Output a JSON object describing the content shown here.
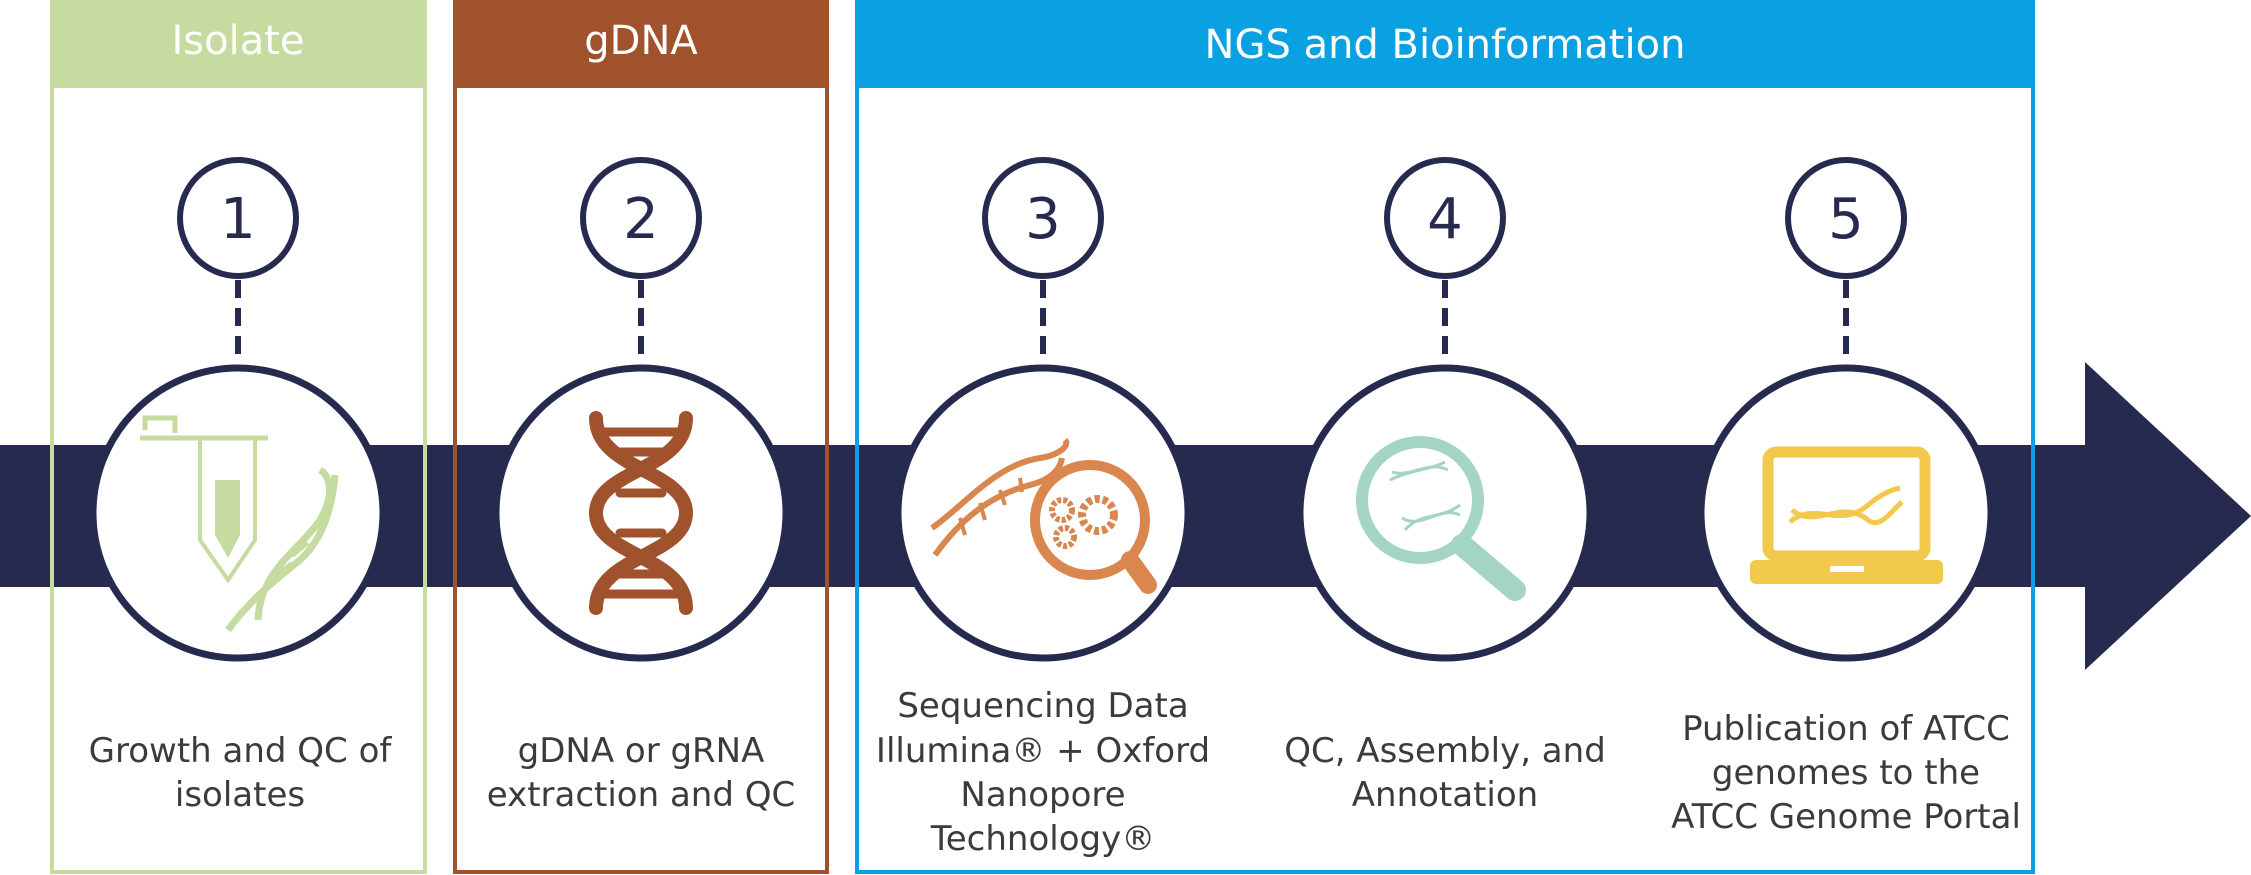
{
  "sections": [
    {
      "title": "Isolate",
      "color": "#c6dba0"
    },
    {
      "title": "gDNA",
      "color": "#a0522d"
    },
    {
      "title": "NGS and Bioinformation",
      "color": "#0aa1e2"
    }
  ],
  "steps": [
    {
      "number": "1",
      "icon": "pipette-dna-icon",
      "icon_color": "#c6dba0",
      "caption": [
        "Growth and QC of",
        "isolates"
      ]
    },
    {
      "number": "2",
      "icon": "dna-helix-icon",
      "icon_color": "#a0522d",
      "caption": [
        "gDNA or gRNA",
        "extraction and QC"
      ]
    },
    {
      "number": "3",
      "icon": "dna-magnifier-gears-icon",
      "icon_color": "#d9864f",
      "caption": [
        "Sequencing Data",
        "Illumina® + Oxford",
        "Nanopore",
        "Technology®"
      ]
    },
    {
      "number": "4",
      "icon": "magnifier-dna-icon",
      "icon_color": "#a3d4c6",
      "caption": [
        "QC, Assembly, and",
        "Annotation"
      ]
    },
    {
      "number": "5",
      "icon": "laptop-dna-icon",
      "icon_color": "#f2c94c",
      "caption": [
        "Publication of ATCC",
        "genomes to the",
        "ATCC Genome Portal"
      ]
    }
  ],
  "colors": {
    "navy": "#262a4f",
    "text": "#3b3b3b"
  }
}
